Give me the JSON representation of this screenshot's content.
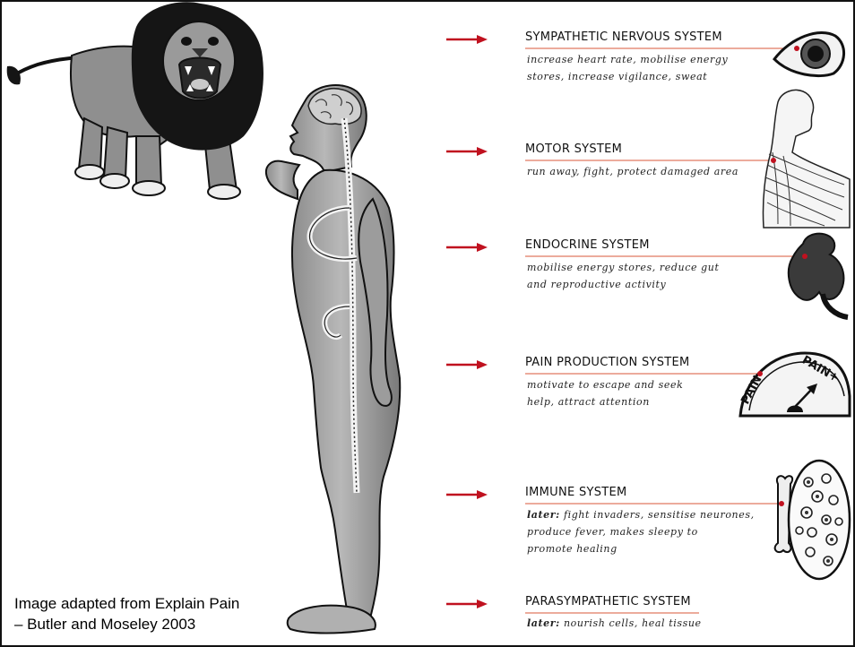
{
  "systems": [
    {
      "title": "SYMPATHETIC NERVOUS SYSTEM",
      "prefix": "",
      "description": "increase heart rate, mobilise energy\nstores, increase vigilance, sweat",
      "icon": "eye-icon"
    },
    {
      "title": "MOTOR SYSTEM",
      "prefix": "",
      "description": "run away, fight, protect damaged area",
      "icon": "neck-muscles-icon"
    },
    {
      "title": "ENDOCRINE SYSTEM",
      "prefix": "",
      "description": "mobilise energy stores, reduce gut\nand reproductive activity",
      "icon": "adrenal-gland-icon"
    },
    {
      "title": "PAIN PRODUCTION SYSTEM",
      "prefix": "",
      "description": "motivate to escape and seek\nhelp, attract attention",
      "icon": "pain-gauge-icon"
    },
    {
      "title": "IMMUNE SYSTEM",
      "prefix": "later:",
      "description": " fight invaders, sensitise neurones,\nproduce fever, makes sleepy to\npromote healing",
      "icon": "bone-and-cells-icon"
    },
    {
      "title": "PARASYMPATHETIC SYSTEM",
      "prefix": "later:",
      "description": " nourish cells, heal tissue",
      "icon": ""
    }
  ],
  "gauge": {
    "left_label": "PAIN-",
    "right_label": "PAIN+"
  },
  "caption": "Image adapted  from Explain Pain\n– Butler and Moseley 2003",
  "colors": {
    "arrow": "#c0111f",
    "leader_line": "#d9573a",
    "ink": "#111111",
    "body_fill": "#a9a9a9",
    "lion_fill": "#8f8f8f",
    "mane": "#151515"
  }
}
